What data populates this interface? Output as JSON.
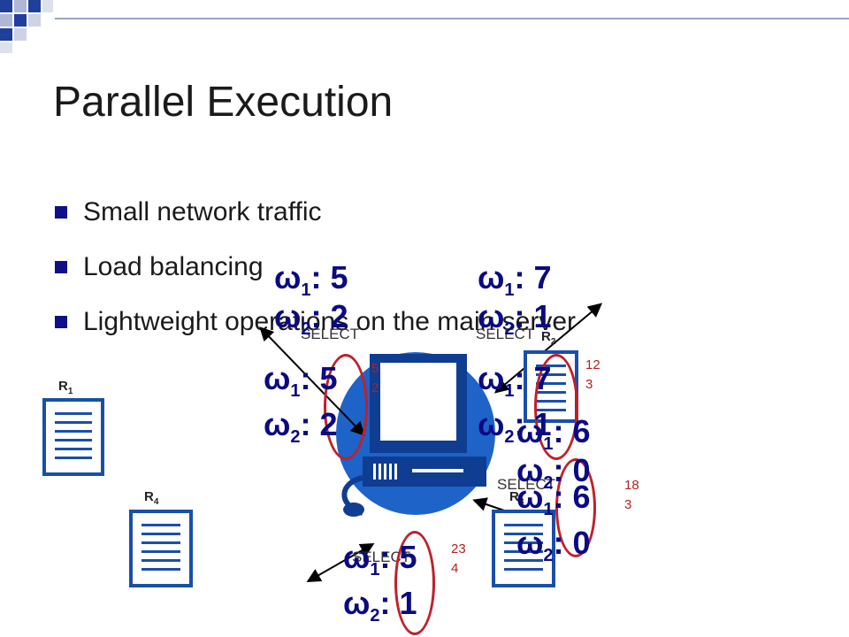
{
  "slide": {
    "title": "Parallel Execution",
    "bullets": [
      "Small network traffic",
      "Load balancing",
      "Lightweight operations on the main server"
    ]
  },
  "relations": {
    "r1": {
      "name": "R",
      "sub": "1"
    },
    "r2": {
      "name": "R",
      "sub": "2"
    },
    "r3": {
      "name": "R",
      "sub": "3"
    },
    "r4": {
      "name": "R",
      "sub": "4"
    }
  },
  "labels": {
    "select": "SELECT",
    "omega": "ω",
    "w1": "1",
    "w2": "2"
  },
  "weights": {
    "a": {
      "w1": "5",
      "w2": "2"
    },
    "b": {
      "w1": "7",
      "w2": "1"
    },
    "c": {
      "w1": "5",
      "w2": "2"
    },
    "d": {
      "w1": "7",
      "w2": "1"
    },
    "e": {
      "w1": "6",
      "w2": "0"
    },
    "f": {
      "w1": "6",
      "w2": "0"
    },
    "g": {
      "w1": "5",
      "w2": "1"
    }
  },
  "red_numbers": {
    "n1": [
      "5",
      "2"
    ],
    "n2": [
      "12",
      "3"
    ],
    "n3": [
      "18",
      "3"
    ],
    "n4": [
      "23",
      "4"
    ]
  },
  "colors": {
    "navy": "#0a0a82",
    "blue": "#1a4fa8",
    "red": "#c0202a"
  }
}
